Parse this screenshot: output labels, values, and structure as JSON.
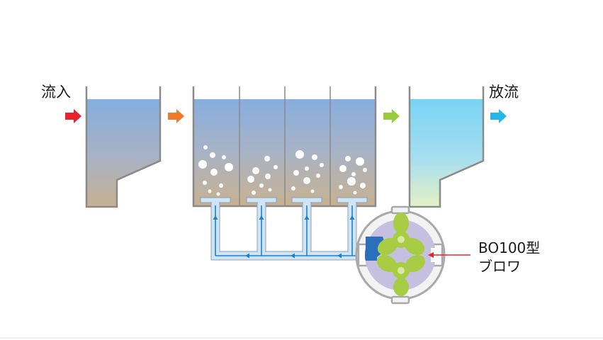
{
  "labels": {
    "inflow": "流入",
    "outflow": "放流",
    "blower_model": "BO100型",
    "blower_name": "ブロワ"
  },
  "colors": {
    "inflow_arrow": "#e8232f",
    "transfer_arrow_1": "#f07a2c",
    "transfer_arrow_2": "#9acb3c",
    "outflow_arrow": "#27b6e8",
    "tank_wall": "#8a8a8a",
    "water_top": "#86aedf",
    "sludge_bottom": "#c7b190",
    "clear_water_top": "#78d4f4",
    "clear_water_bottom": "#e4f1c5",
    "air_pipe_fill": "#cfe4f4",
    "air_pipe_outline": "#8fa0b2",
    "air_flow": "#1e7fd0",
    "blower_rotor": "#a7cd44",
    "blower_chamber": "#c6c0e0",
    "blower_port": "#2a6fbb",
    "blower_casing": "#a9a9a9",
    "pointer": "#e8232f"
  },
  "icons": {
    "inflow": "right-arrow-icon",
    "transfer_1": "right-arrow-icon",
    "transfer_2": "right-arrow-icon",
    "outflow": "right-arrow-icon",
    "blower": "roots-blower-icon"
  }
}
